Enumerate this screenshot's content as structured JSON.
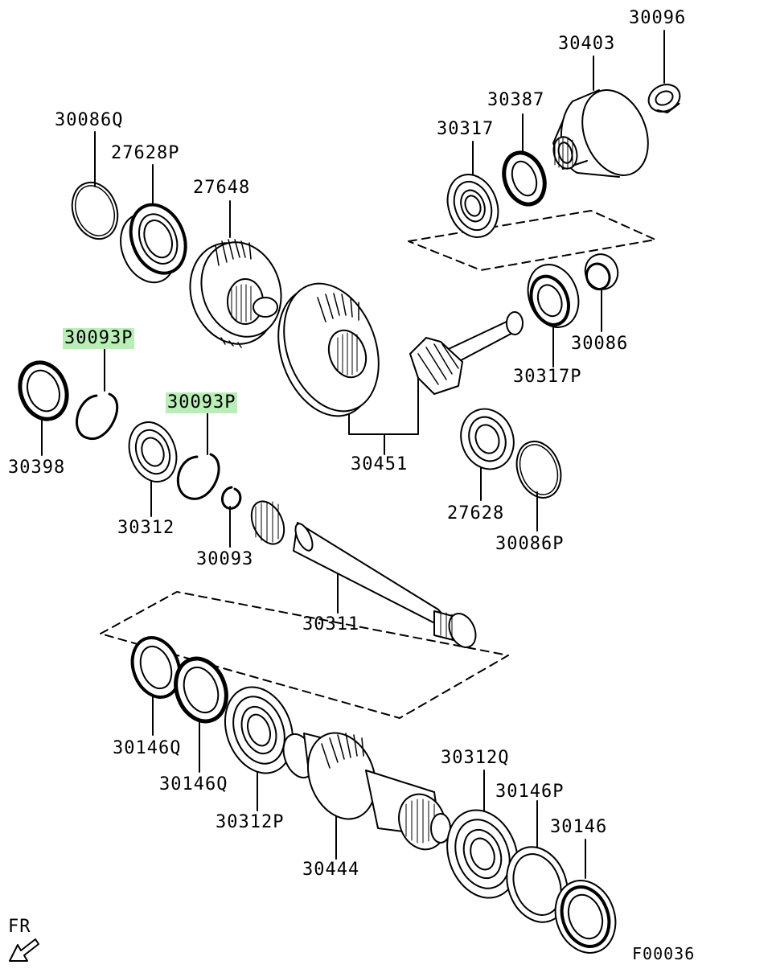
{
  "diagram": {
    "labels": {
      "p30096": "30096",
      "p30403": "30403",
      "p30387": "30387",
      "p30317": "30317",
      "p30086q": "30086Q",
      "p27628p": "27628P",
      "p27648": "27648",
      "p30086": "30086",
      "p30317p": "30317P",
      "p30093p_a": "30093P",
      "p30093p_b": "30093P",
      "p30398": "30398",
      "p30312": "30312",
      "p30451": "30451",
      "p27628": "27628",
      "p30086p": "30086P",
      "p30093": "30093",
      "p30311": "30311",
      "p30146q_a": "30146Q",
      "p30146q_b": "30146Q",
      "p30312q": "30312Q",
      "p30146p": "30146P",
      "p30146": "30146",
      "p30312p": "30312P",
      "p30444": "30444"
    },
    "direction_label": "FR",
    "figure_code": "F00036",
    "highlight_color": "#b9efb7"
  }
}
